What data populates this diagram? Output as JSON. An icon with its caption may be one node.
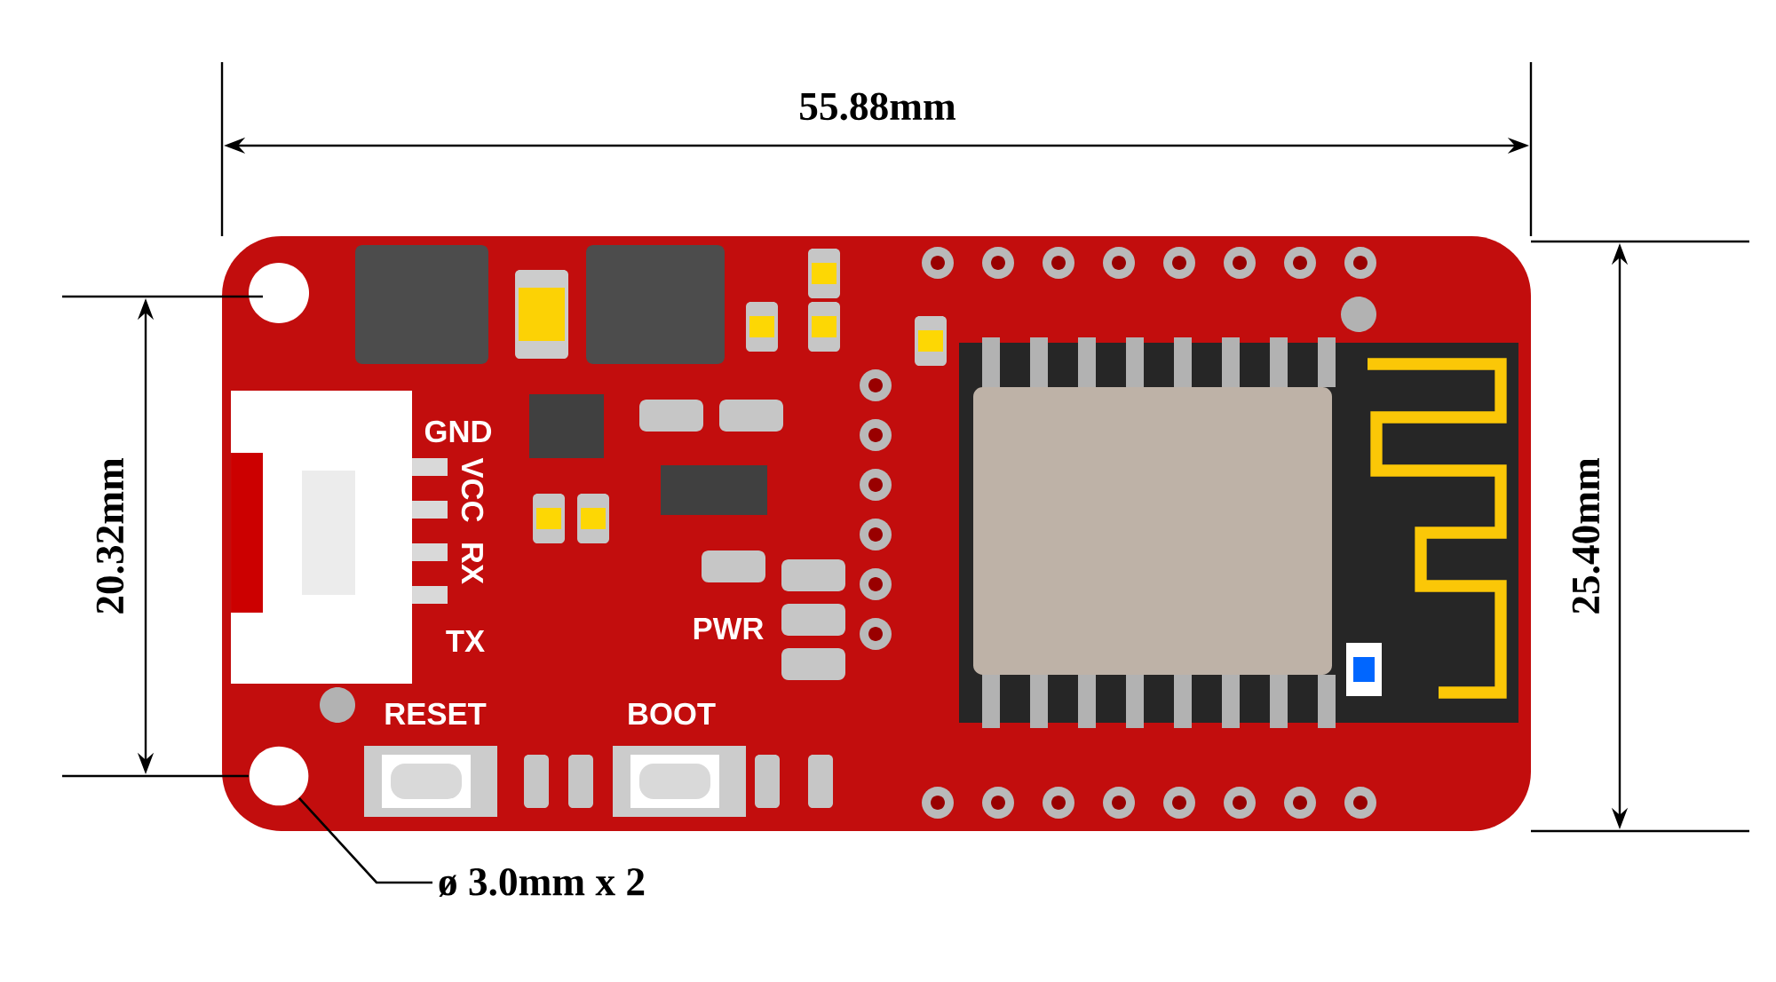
{
  "diagram": {
    "nodes": [
      {
        "text": [
          "ø 3.0mm x 2"
        ]
      },
      {
        "text": [],
        "shape": "circle"
      }
    ],
    "edges": [
      {
        "from": 0,
        "to": 1,
        "arrow": "none"
      }
    ],
    "labels": [
      "55.88mm",
      "20.32mm",
      "25.40mm",
      "GND",
      "VCC",
      "RX",
      "TX",
      "PWR",
      "RESET",
      "BOOT"
    ]
  }
}
